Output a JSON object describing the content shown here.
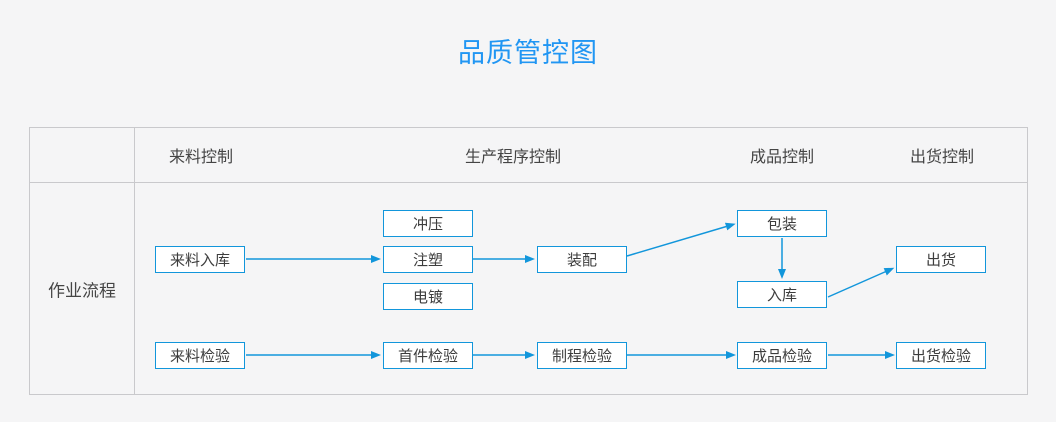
{
  "title": "品质管控图",
  "colors": {
    "title_blue": "#2196f3",
    "node_border_blue": "#1296db",
    "arrow_blue": "#1296db",
    "table_border_gray": "#c9c9cc",
    "background_gray": "#f5f5f6",
    "text_dark": "#404040",
    "node_fill": "#ffffff"
  },
  "table": {
    "row_label": "作业流程",
    "column_headers": [
      {
        "label": "来料控制"
      },
      {
        "label": "生产程序控制"
      },
      {
        "label": "成品控制"
      },
      {
        "label": "出货控制"
      }
    ]
  },
  "nodes": {
    "incoming_storage": {
      "label": "来料入库"
    },
    "stamping": {
      "label": "冲压"
    },
    "injection_molding": {
      "label": "注塑"
    },
    "electroplating": {
      "label": "电镀"
    },
    "assembly": {
      "label": "装配"
    },
    "packaging": {
      "label": "包装"
    },
    "warehousing": {
      "label": "入库"
    },
    "shipping": {
      "label": "出货"
    },
    "incoming_inspection": {
      "label": "来料检验"
    },
    "first_article_inspection": {
      "label": "首件检验"
    },
    "in_process_inspection": {
      "label": "制程检验"
    },
    "final_inspection": {
      "label": "成品检验"
    },
    "outgoing_inspection": {
      "label": "出货检验"
    }
  },
  "edges": [
    {
      "from": "来料入库",
      "to": "注塑"
    },
    {
      "from": "注塑",
      "to": "装配"
    },
    {
      "from": "装配",
      "to": "包装"
    },
    {
      "from": "包装",
      "to": "入库"
    },
    {
      "from": "入库",
      "to": "出货"
    },
    {
      "from": "来料检验",
      "to": "首件检验"
    },
    {
      "from": "首件检验",
      "to": "制程检验"
    },
    {
      "from": "制程检验",
      "to": "成品检验"
    },
    {
      "from": "成品检验",
      "to": "出货检验"
    }
  ]
}
